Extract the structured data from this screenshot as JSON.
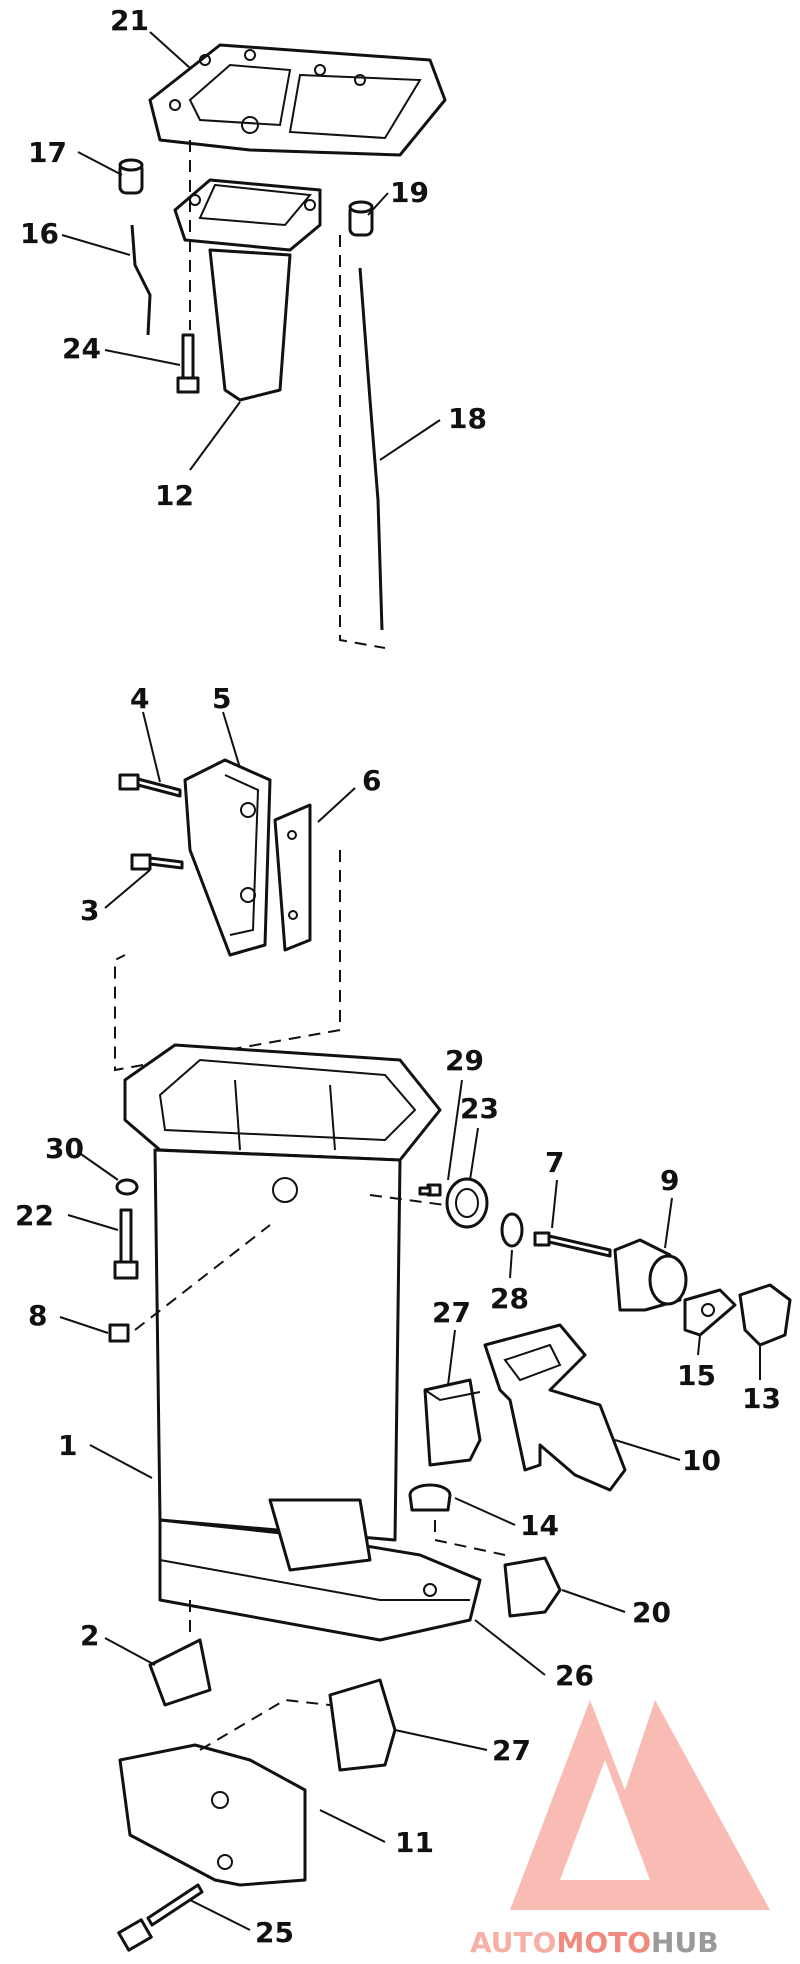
{
  "labels": {
    "l1": "1",
    "l2": "2",
    "l3": "3",
    "l4": "4",
    "l5": "5",
    "l6": "6",
    "l7": "7",
    "l8": "8",
    "l9": "9",
    "l10": "10",
    "l11": "11",
    "l12": "12",
    "l13": "13",
    "l14": "14",
    "l15": "15",
    "l16": "16",
    "l17": "17",
    "l18": "18",
    "l19": "19",
    "l20": "20",
    "l21": "21",
    "l22": "22",
    "l23": "23",
    "l24": "24",
    "l25": "25",
    "l26": "26",
    "l27a": "27",
    "l27b": "27",
    "l28": "28",
    "l29": "29",
    "l30": "30"
  },
  "watermark": {
    "part1": "AUTO",
    "part2": "MOTO",
    "part3": "HUB",
    "color_light": "#f7b0a8",
    "color_mid": "#f08a7e",
    "color_dark": "#9a9a9a"
  }
}
